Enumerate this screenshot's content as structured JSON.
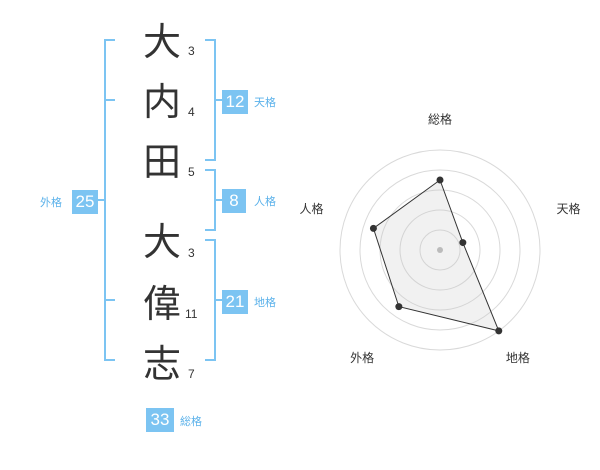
{
  "name": {
    "surname": [
      {
        "char": "大",
        "strokes": "3"
      },
      {
        "char": "内",
        "strokes": "4"
      },
      {
        "char": "田",
        "strokes": "5"
      }
    ],
    "given": [
      {
        "char": "大",
        "strokes": "3"
      },
      {
        "char": "偉",
        "strokes": "11"
      },
      {
        "char": "志",
        "strokes": "7"
      }
    ]
  },
  "fortunes": {
    "tenkaku": {
      "value": "12",
      "label": "天格"
    },
    "jinkaku": {
      "value": "8",
      "label": "人格"
    },
    "chikaku": {
      "value": "21",
      "label": "地格"
    },
    "gaikaku": {
      "value": "25",
      "label": "外格"
    },
    "soukaku": {
      "value": "33",
      "label": "総格"
    }
  },
  "colors": {
    "accent": "#7cc4f2",
    "accent_text": "#5ab1ea",
    "text": "#333333",
    "grid": "#d9d9d9",
    "area_fill": "#f0f0f0"
  },
  "chart_data": {
    "type": "radar",
    "axes": [
      "総格",
      "天格",
      "地格",
      "外格",
      "人格"
    ],
    "values": [
      3.5,
      1.2,
      5.0,
      3.5,
      3.5
    ],
    "range": [
      0,
      5
    ],
    "grid_levels": 5
  }
}
